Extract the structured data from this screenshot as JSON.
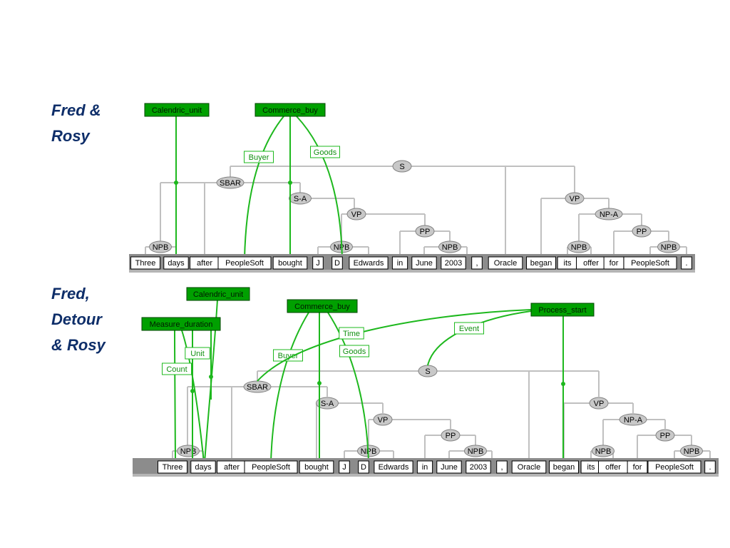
{
  "captions": [
    "Fred & Rosy",
    "Fred, Detour & Rosy"
  ],
  "caption_lines": [
    [
      "Fred &",
      "Rosy"
    ],
    [
      "Fred,",
      "Detour",
      "& Rosy"
    ]
  ],
  "tokens": [
    "Three",
    "days",
    "after",
    "PeopleSoft",
    "bought",
    "J",
    "D",
    "Edwards",
    "in",
    "June",
    "2003",
    ",",
    "Oracle",
    "began",
    "its",
    "offer",
    "for",
    "PeopleSoft",
    "."
  ],
  "syntax_labels": [
    "S",
    "SBAR",
    "S-A",
    "VP",
    "PP",
    "NPB",
    "NP-A"
  ],
  "diagram1": {
    "frames": [
      "Calendric_unit",
      "Commerce_buy"
    ],
    "roles": [
      "Buyer",
      "Goods"
    ]
  },
  "diagram2": {
    "frames": [
      "Calendric_unit",
      "Measure_duration",
      "Commerce_buy",
      "Process_start"
    ],
    "roles": [
      "Count",
      "Unit",
      "Buyer",
      "Time",
      "Goods",
      "Event"
    ]
  },
  "colors": {
    "frame_fill": "#00a000",
    "frame_line": "#1db81d",
    "tree_line": "#c0c0c0",
    "node_fill": "#c8c8c8",
    "token_bar": "#8c8c8c",
    "caption": "#0e2e69"
  }
}
